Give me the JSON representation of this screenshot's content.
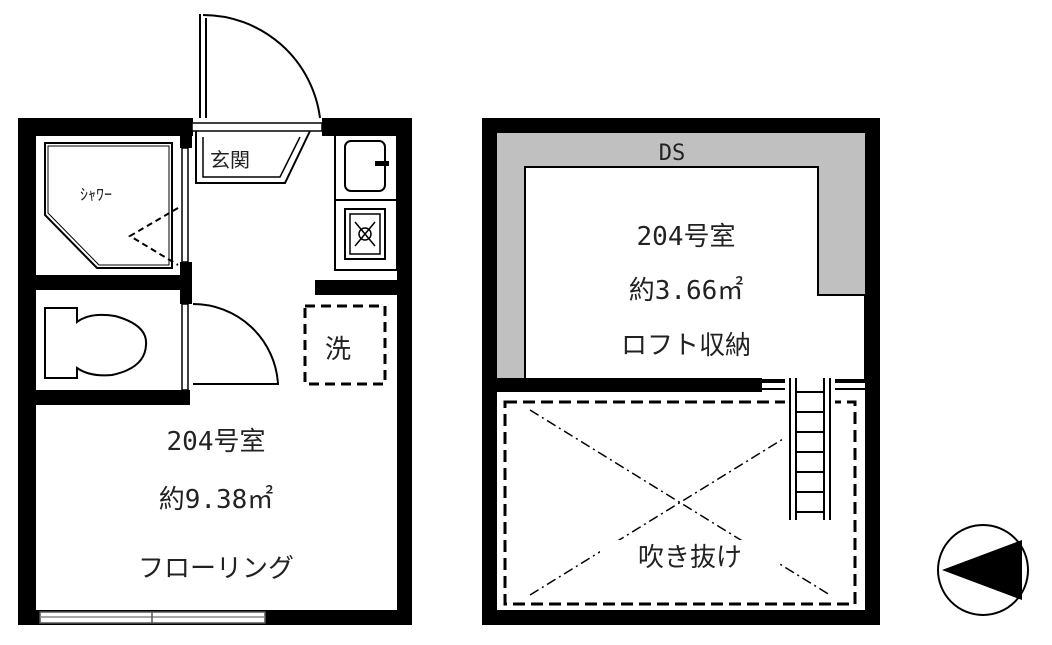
{
  "unit_plan": {
    "entrance": "玄関",
    "shower": "ｼｬﾜｰ",
    "washer": "洗",
    "room_number": "204号室",
    "room_area": "約9.38㎡",
    "room_floor": "フローリング"
  },
  "loft_plan": {
    "duct_space": "DS",
    "room_number": "204号室",
    "loft_area": "約3.66㎡",
    "loft_label": "ロフト収納",
    "void_label": "吹き抜け"
  },
  "compass": {
    "direction": "west"
  },
  "colors": {
    "wall": "#000000",
    "ds_fill": "#c0c0c0"
  }
}
